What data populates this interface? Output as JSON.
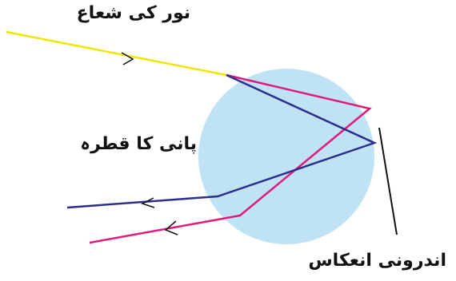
{
  "diagram": {
    "labels": {
      "ray_of_light": "نور کی شعاع",
      "water_drop": "پانی کا قطرہ",
      "internal_reflection": "اندرونی انعکاس"
    },
    "colors": {
      "drop_fill": "#bfe3f5",
      "incident_ray": "#f2e600",
      "violet_ray": "#2b2e8c",
      "red_ray": "#e0197d",
      "pointer": "#111111"
    }
  }
}
